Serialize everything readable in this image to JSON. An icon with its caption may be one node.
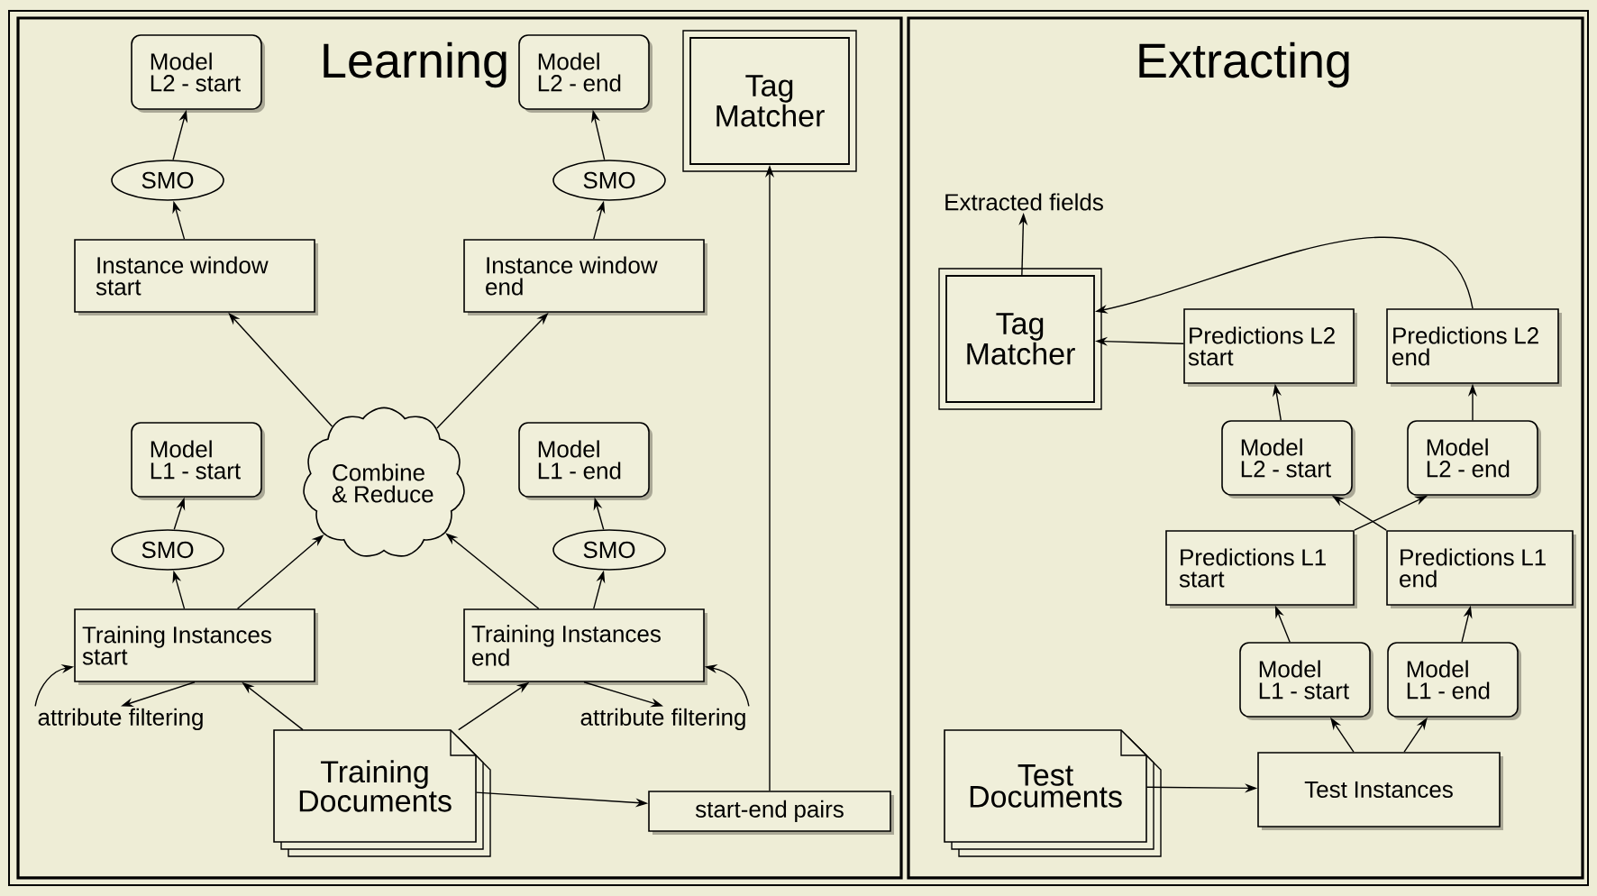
{
  "diagram": {
    "nodes": [
      {
        "text": [
          "Learning"
        ]
      },
      {
        "text": [
          "Model L2 - start"
        ],
        "in": 0
      },
      {
        "text": [
          "Model L2 - end"
        ],
        "in": 0
      },
      {
        "text": [
          "Tag Matcher"
        ],
        "in": 0
      },
      {
        "text": [
          "SMO"
        ],
        "in": 0
      },
      {
        "text": [
          "SMO"
        ],
        "in": 0
      },
      {
        "text": [
          "Instance window start"
        ],
        "in": 0
      },
      {
        "text": [
          "Instance window end"
        ],
        "in": 0
      },
      {
        "text": [
          "Combine & Reduce"
        ],
        "in": 0
      },
      {
        "text": [
          "Model L1 - start"
        ],
        "in": 0
      },
      {
        "text": [
          "Model L1 - end"
        ],
        "in": 0
      },
      {
        "text": [
          "SMO"
        ],
        "in": 0
      },
      {
        "text": [
          "SMO"
        ],
        "in": 0
      },
      {
        "text": [
          "Training Instances start"
        ],
        "in": 0
      },
      {
        "text": [
          "Training Instances end"
        ],
        "in": 0
      },
      {
        "text": [
          "attribute filtering"
        ],
        "in": 0
      },
      {
        "text": [
          "attribute filtering"
        ],
        "in": 0
      },
      {
        "text": [
          "Training Documents"
        ],
        "in": 0
      },
      {
        "text": [
          "start-end pairs"
        ],
        "in": 0
      },
      {
        "text": [
          "Extracting"
        ]
      },
      {
        "text": [
          "Extracted fields"
        ],
        "in": 19
      },
      {
        "text": [
          "Tag Matcher"
        ],
        "in": 19
      },
      {
        "text": [
          "Predictions L2 start"
        ],
        "in": 19
      },
      {
        "text": [
          "Predictions L2 end"
        ],
        "in": 19
      },
      {
        "text": [
          "Model L2 - start"
        ],
        "in": 19
      },
      {
        "text": [
          "Model L2 - end"
        ],
        "in": 19
      },
      {
        "text": [
          "Predictions L1 start"
        ],
        "in": 19
      },
      {
        "text": [
          "Predictions L1 end"
        ],
        "in": 19
      },
      {
        "text": [
          "Model L1 - start"
        ],
        "in": 19
      },
      {
        "text": [
          "Model L1 - end"
        ],
        "in": 19
      },
      {
        "text": [
          "Test Documents"
        ],
        "in": 19
      },
      {
        "text": [
          "Test Instances"
        ],
        "in": 19
      }
    ],
    "edges": [
      {
        "from": 4,
        "to": 1,
        "arrow": "to"
      },
      {
        "from": 6,
        "to": 4,
        "arrow": "to"
      },
      {
        "from": 5,
        "to": 2,
        "arrow": "to"
      },
      {
        "from": 7,
        "to": 5,
        "arrow": "to"
      },
      {
        "from": 8,
        "to": 6,
        "arrow": "to"
      },
      {
        "from": 8,
        "to": 7,
        "arrow": "to"
      },
      {
        "from": 11,
        "to": 9,
        "arrow": "to"
      },
      {
        "from": 13,
        "to": 11,
        "arrow": "to"
      },
      {
        "from": 12,
        "to": 10,
        "arrow": "to"
      },
      {
        "from": 14,
        "to": 12,
        "arrow": "to"
      },
      {
        "from": 13,
        "to": 8,
        "arrow": "to"
      },
      {
        "from": 14,
        "to": 8,
        "arrow": "to"
      },
      {
        "from": 17,
        "to": 13,
        "arrow": "to"
      },
      {
        "from": 17,
        "to": 14,
        "arrow": "to"
      },
      {
        "from": 13,
        "to": 15,
        "arrow": "to"
      },
      {
        "from": 15,
        "to": 13,
        "arrow": "to"
      },
      {
        "from": 14,
        "to": 16,
        "arrow": "to"
      },
      {
        "from": 16,
        "to": 14,
        "arrow": "to"
      },
      {
        "from": 17,
        "to": 18,
        "arrow": "to"
      },
      {
        "from": 18,
        "to": 3,
        "arrow": "to"
      },
      {
        "from": 21,
        "to": 20,
        "arrow": "to"
      },
      {
        "from": 22,
        "to": 21,
        "arrow": "to"
      },
      {
        "from": 23,
        "to": 21,
        "arrow": "to"
      },
      {
        "from": 24,
        "to": 22,
        "arrow": "to"
      },
      {
        "from": 25,
        "to": 23,
        "arrow": "to"
      },
      {
        "from": 26,
        "to": 25,
        "arrow": "to"
      },
      {
        "from": 27,
        "to": 24,
        "arrow": "to"
      },
      {
        "from": 28,
        "to": 26,
        "arrow": "to"
      },
      {
        "from": 29,
        "to": 27,
        "arrow": "to"
      },
      {
        "from": 31,
        "to": 28,
        "arrow": "to"
      },
      {
        "from": 31,
        "to": 29,
        "arrow": "to"
      },
      {
        "from": 30,
        "to": 31,
        "arrow": "to"
      }
    ]
  }
}
